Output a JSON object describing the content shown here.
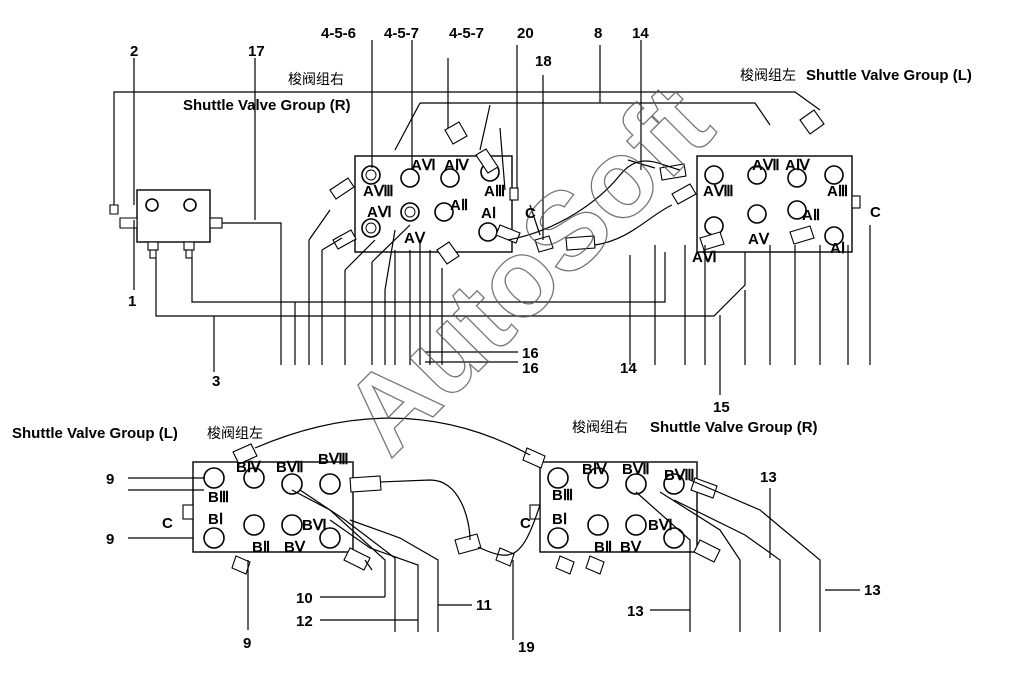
{
  "watermark": "AutoSoft",
  "top": {
    "group_r": {
      "cn": "梭阀组右",
      "en": "Shuttle Valve Group (R)"
    },
    "group_l": {
      "cn": "梭阀组左",
      "en": "Shuttle Valve Group (L)"
    },
    "callouts": {
      "n2": "2",
      "n17": "17",
      "n456": "4-5-6",
      "n457a": "4-5-7",
      "n457b": "4-5-7",
      "n20": "20",
      "n18": "18",
      "n8": "8",
      "n14a": "14",
      "n1": "1",
      "n3": "3",
      "n16a": "16",
      "n16b": "16",
      "n14b": "14",
      "n15": "15"
    },
    "r_ports": {
      "avi_top": "AⅥ",
      "aiv": "AⅣ",
      "aviii": "AⅧ",
      "aiii": "AⅢ",
      "avi_low": "AⅥ",
      "aii": "AⅡ",
      "ai": "AⅠ",
      "av": "AⅤ",
      "c": "C"
    },
    "l_ports": {
      "avii": "AⅦ",
      "aiv": "AⅣ",
      "aviii": "AⅧ",
      "aiii": "AⅢ",
      "aii": "AⅡ",
      "c": "C",
      "av": "AⅤ",
      "avi": "AⅥ",
      "ai": "AⅠ"
    }
  },
  "bottom": {
    "group_l": {
      "en": "Shuttle Valve Group (L)",
      "cn": "梭阀组左"
    },
    "group_r": {
      "cn": "梭阀组右",
      "en": "Shuttle Valve Group (R)"
    },
    "callouts": {
      "n9a": "9",
      "n9b": "9",
      "n9c": "9",
      "n10": "10",
      "n11": "11",
      "n12": "12",
      "n13a": "13",
      "n13b": "13",
      "n13c": "13",
      "n19": "19"
    },
    "l_ports": {
      "biv": "BⅣ",
      "bvii": "BⅦ",
      "bviii": "BⅧ",
      "biii": "BⅢ",
      "bi": "BⅠ",
      "bvi": "BⅥ",
      "bii": "BⅡ",
      "bv": "BⅤ",
      "c": "C"
    },
    "r_ports": {
      "biv": "BⅣ",
      "bvii": "BⅦ",
      "bviii": "BⅧ",
      "biii": "BⅢ",
      "bi": "BⅠ",
      "bvi": "BⅥ",
      "bii": "BⅡ",
      "bv": "BⅤ",
      "c": "C"
    }
  }
}
